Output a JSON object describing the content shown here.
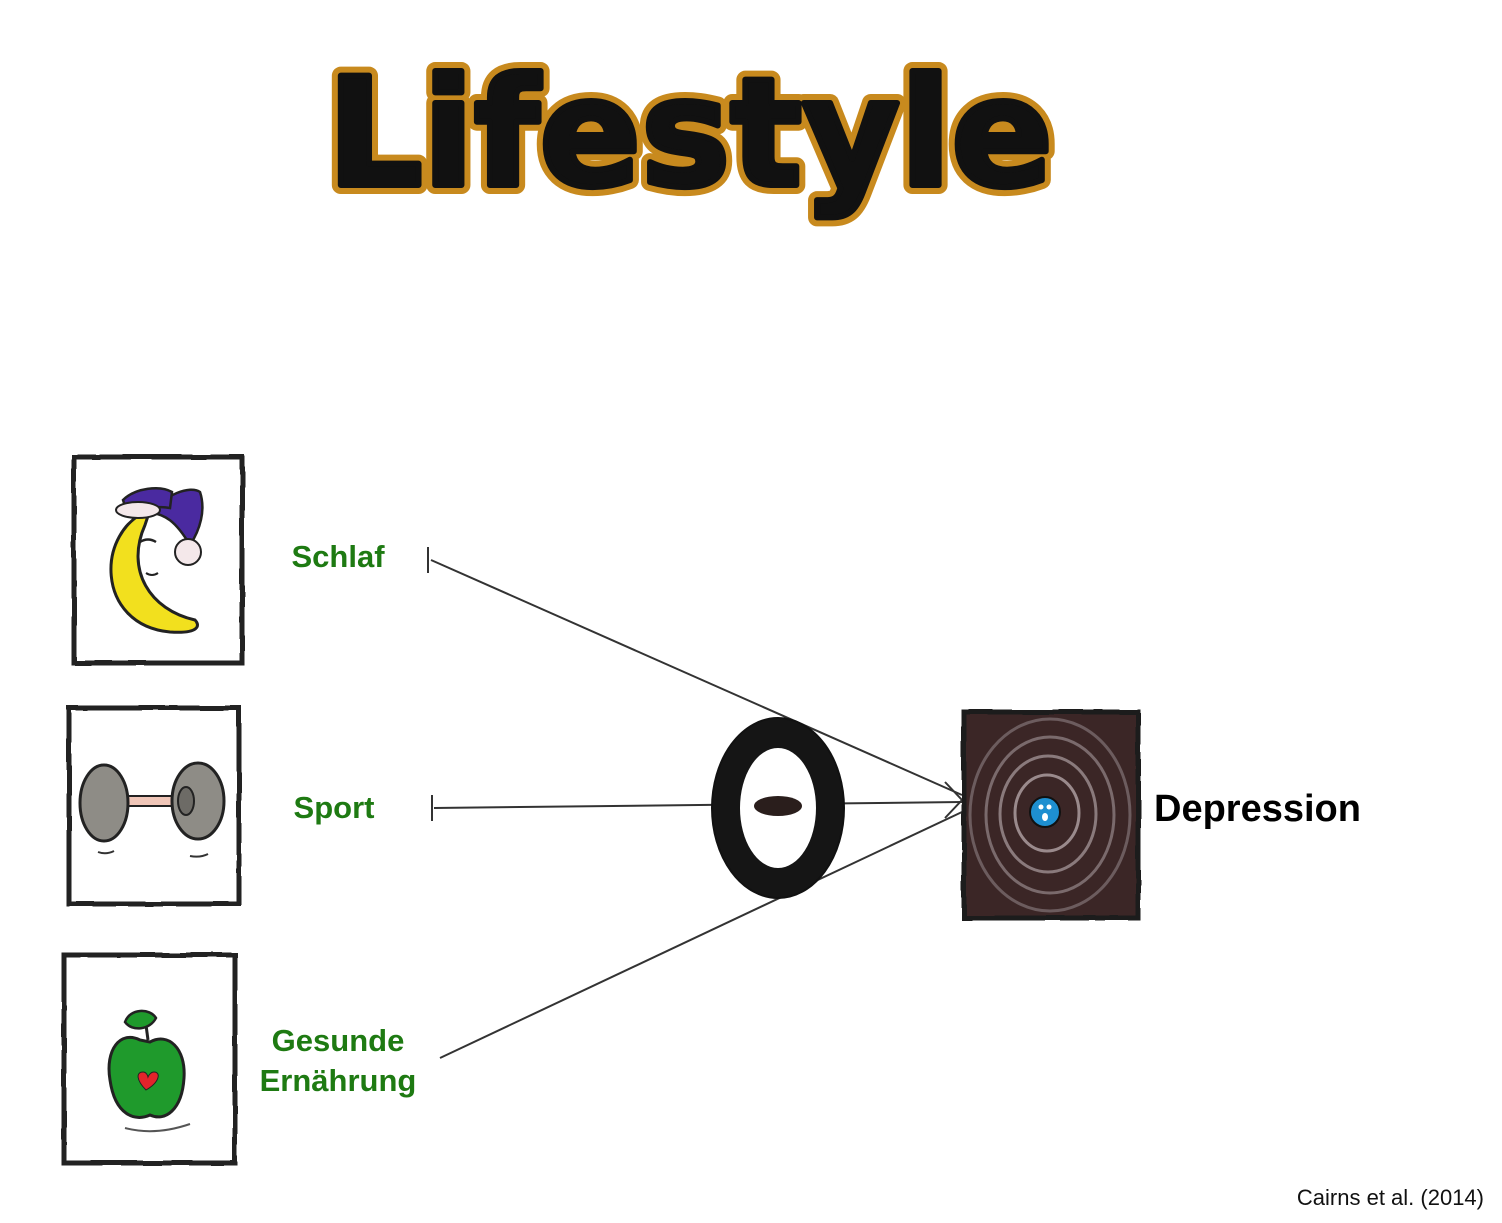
{
  "title": "Lifestyle",
  "factors": [
    {
      "label": "Schlaf",
      "icon": "sleeping-moon-icon"
    },
    {
      "label": "Sport",
      "icon": "dumbbell-icon"
    },
    {
      "label_line1": "Gesunde",
      "label_line2": "Ernährung",
      "icon": "apple-heart-icon"
    }
  ],
  "outcome": {
    "label": "Depression",
    "icon": "depression-spiral-icon"
  },
  "connector": {
    "icon": "ring-lens-icon"
  },
  "citation": "Cairns et al. (2014)",
  "colors": {
    "label": "#1e7a12",
    "moon": "#f2e01e",
    "cap": "#4a2aa0",
    "apple": "#1f9a2c",
    "spiral": "#3b2526",
    "eye": "#1e8fd0",
    "title_fill": "#111111",
    "title_outline": "#c88a1e"
  }
}
